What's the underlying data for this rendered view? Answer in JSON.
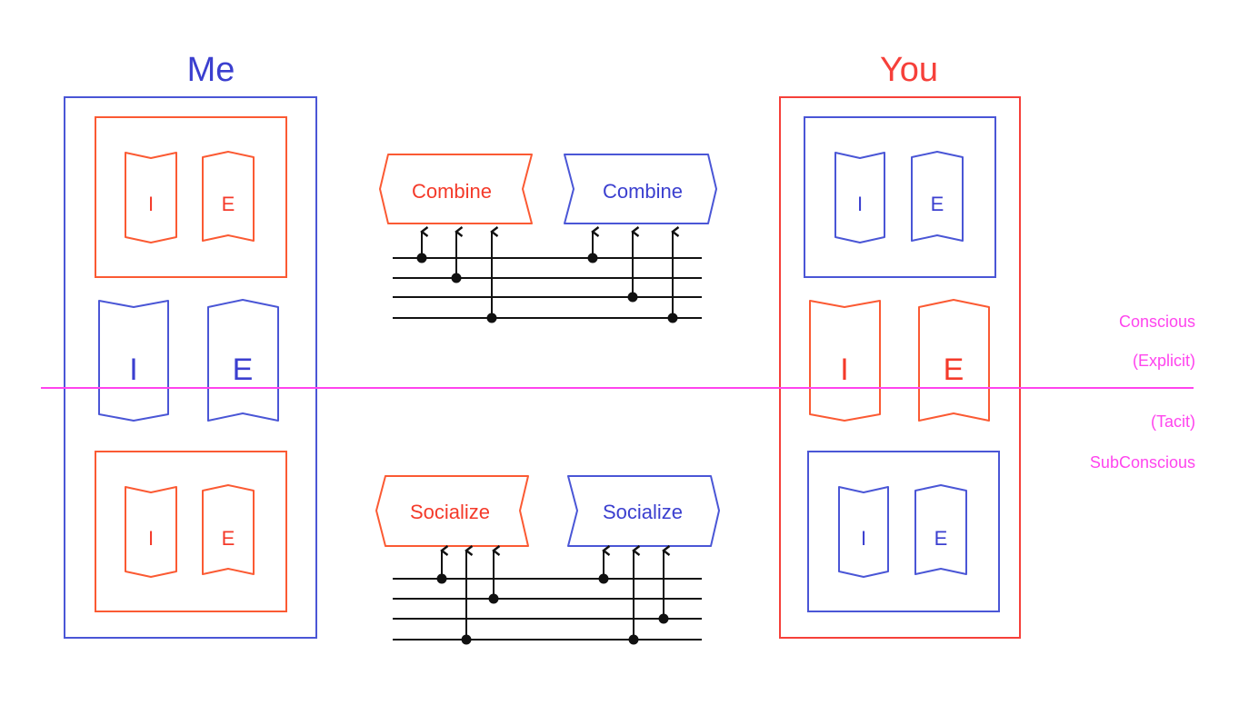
{
  "colors": {
    "blue": "#4a56d6",
    "blue_text": "#3b3fcf",
    "orange": "#fb5a33",
    "orange_text": "#f43a2a",
    "red": "#f6403a",
    "magenta": "#ff44ee",
    "wire": "#111111"
  },
  "me": {
    "title": "Me",
    "upper_box": {
      "left_label": "I",
      "right_label": "E"
    },
    "middle": {
      "left_label": "I",
      "right_label": "E"
    },
    "lower_box": {
      "left_label": "I",
      "right_label": "E"
    }
  },
  "you": {
    "title": "You",
    "upper_box": {
      "left_label": "I",
      "right_label": "E"
    },
    "middle": {
      "left_label": "I",
      "right_label": "E"
    },
    "lower_box": {
      "left_label": "I",
      "right_label": "E"
    }
  },
  "processes": {
    "combine_me": "Combine",
    "combine_you": "Combine",
    "socialize_me": "Socialize",
    "socialize_you": "Socialize"
  },
  "levels": {
    "conscious": "Conscious",
    "explicit": "(Explicit)",
    "tacit": "(Tacit)",
    "subconscious": "SubConscious"
  },
  "buses": {
    "combine": {
      "wire_count": 4,
      "connections": [
        {
          "target": "combine_me",
          "wire": 0
        },
        {
          "target": "combine_me",
          "wire": 1
        },
        {
          "target": "combine_me",
          "wire": 3
        },
        {
          "target": "combine_you",
          "wire": 0
        },
        {
          "target": "combine_you",
          "wire": 2
        },
        {
          "target": "combine_you",
          "wire": 3
        }
      ]
    },
    "socialize": {
      "wire_count": 4,
      "connections": [
        {
          "target": "socialize_me",
          "wire": 0
        },
        {
          "target": "socialize_me",
          "wire": 3
        },
        {
          "target": "socialize_me",
          "wire": 1
        },
        {
          "target": "socialize_you",
          "wire": 0
        },
        {
          "target": "socialize_you",
          "wire": 3
        },
        {
          "target": "socialize_you",
          "wire": 2
        }
      ]
    }
  }
}
